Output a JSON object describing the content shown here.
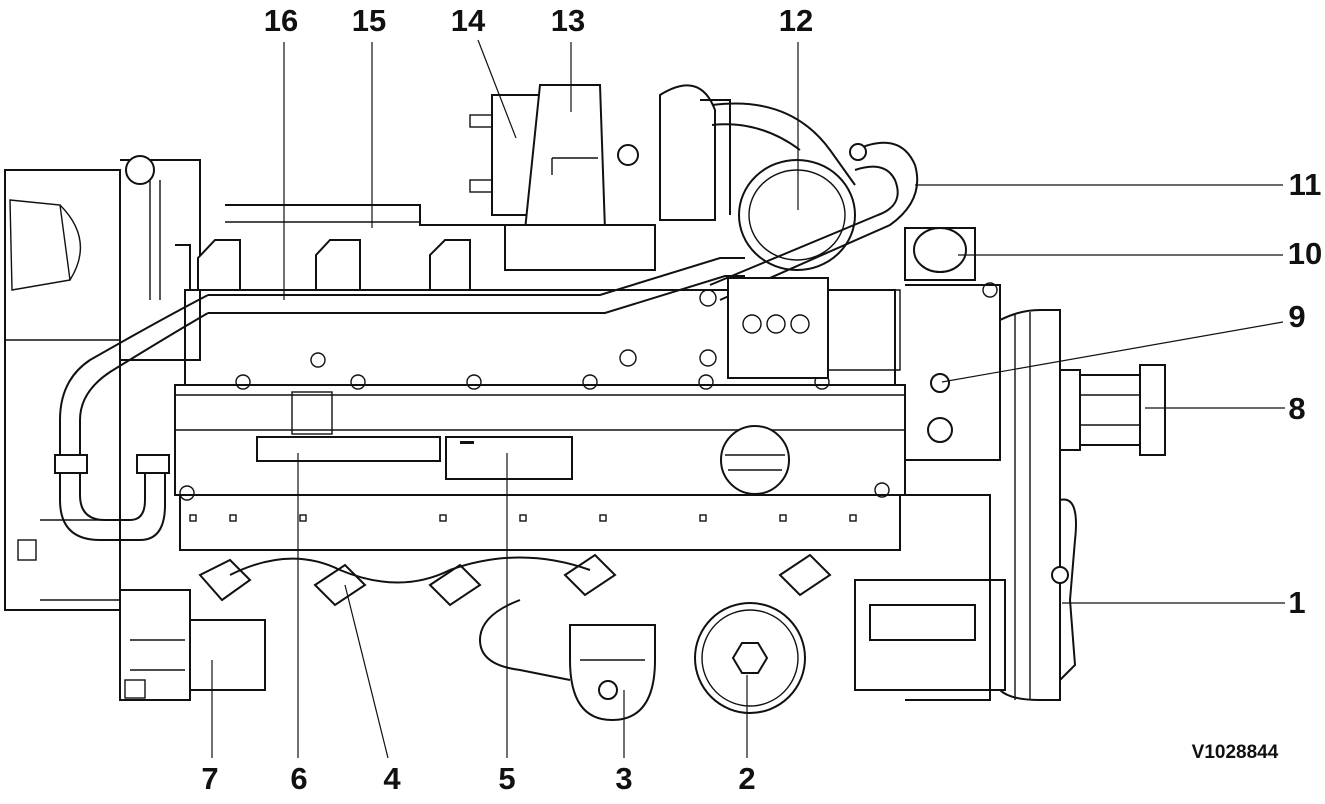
{
  "figure_id": "V1028844",
  "callouts": [
    {
      "n": "1",
      "part": "callout-1"
    },
    {
      "n": "2",
      "part": "callout-2"
    },
    {
      "n": "3",
      "part": "callout-3"
    },
    {
      "n": "4",
      "part": "callout-4"
    },
    {
      "n": "5",
      "part": "callout-5"
    },
    {
      "n": "6",
      "part": "callout-6"
    },
    {
      "n": "7",
      "part": "callout-7"
    },
    {
      "n": "8",
      "part": "callout-8"
    },
    {
      "n": "9",
      "part": "callout-9"
    },
    {
      "n": "10",
      "part": "callout-10"
    },
    {
      "n": "11",
      "part": "callout-11"
    },
    {
      "n": "12",
      "part": "callout-12"
    },
    {
      "n": "13",
      "part": "callout-13"
    },
    {
      "n": "14",
      "part": "callout-14"
    },
    {
      "n": "15",
      "part": "callout-15"
    },
    {
      "n": "16",
      "part": "callout-16"
    }
  ]
}
